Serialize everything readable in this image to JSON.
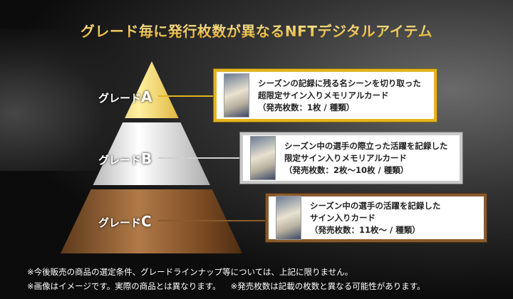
{
  "title": "グレード毎に発行枚数が異なるNFTデジタルアイテム",
  "grades": [
    {
      "prefix": "グレード",
      "letter": "A",
      "color": "#e2b520",
      "lines": [
        "シーズンの記録に残る名シーンを切り取った",
        "超限定サイン入りメモリアルカード",
        "（発売枚数：1枚 / 種類）"
      ]
    },
    {
      "prefix": "グレード",
      "letter": "B",
      "color": "#c9c9c9",
      "lines": [
        "シーズン中の選手の際立った活躍を記録した",
        "限定サイン入りメモリアルカード",
        "（発売枚数：2枚〜10枚 / 種類）"
      ]
    },
    {
      "prefix": "グレード",
      "letter": "C",
      "color": "#8a5a2c",
      "lines": [
        "シーズン中の選手の活躍を記録した",
        "サイン入りカード",
        "（発売枚数：11枚〜 / 種類）"
      ]
    }
  ],
  "notes": [
    "※今後販売の商品の選定条件、グレードラインナップ等については、上記に限りません。",
    "※画像はイメージです。実際の商品とは異なります。",
    "※発売枚数は記載の枚数と異なる可能性があります。"
  ]
}
